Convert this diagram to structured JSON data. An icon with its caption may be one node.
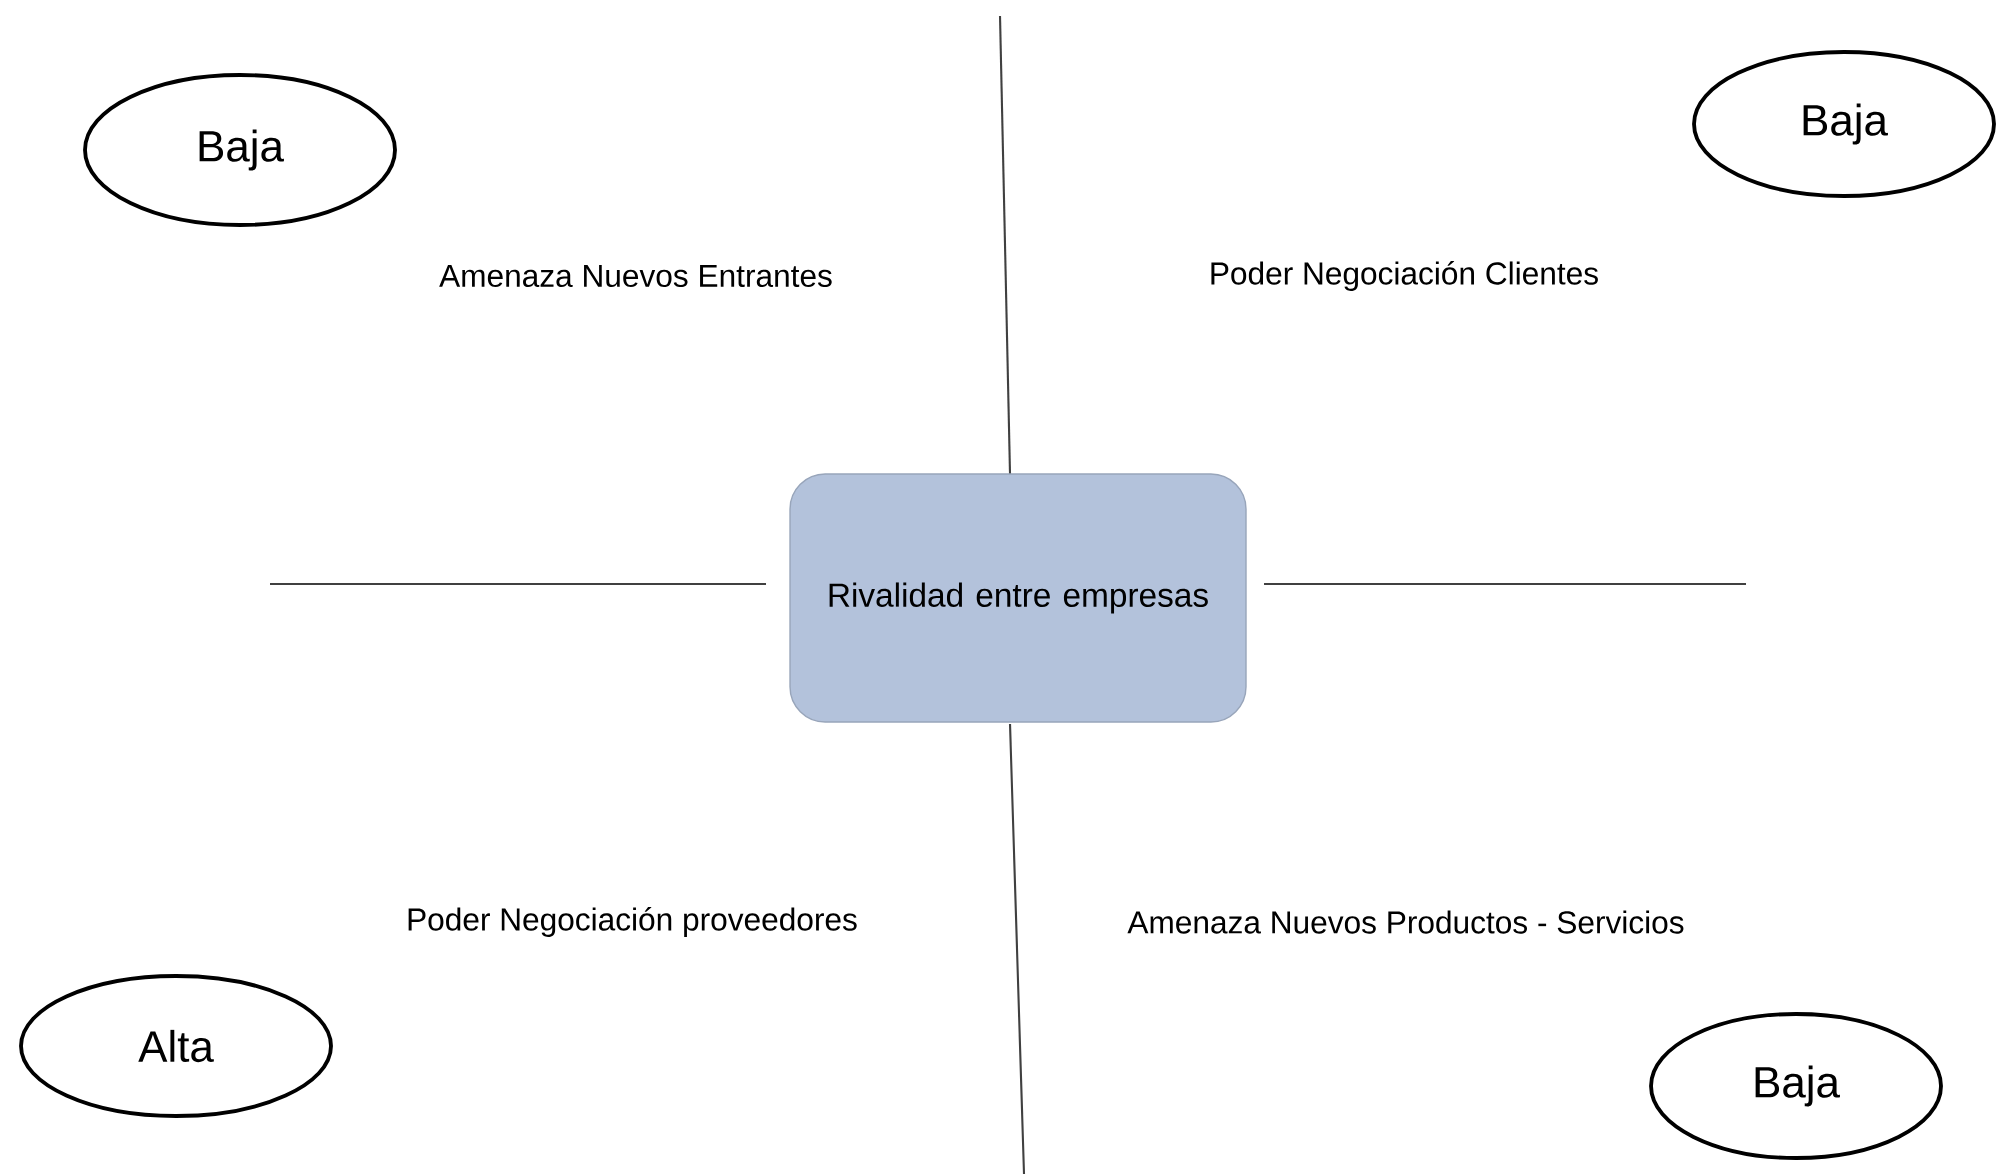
{
  "diagram": {
    "nodes": [
      {
        "text": [
          "Baja"
        ]
      },
      {
        "text": [
          "Baja"
        ]
      },
      {
        "text": [
          "Rivalidad entre empresas"
        ]
      },
      {
        "text": [
          "Alta"
        ]
      },
      {
        "text": [
          "Baja"
        ]
      }
    ],
    "labels": [
      "Amenaza Nuevos Entrantes",
      "Poder Negociación Clientes",
      "Poder Negociación proveedores",
      "Amenaza Nuevos Productos - Servicios"
    ]
  }
}
